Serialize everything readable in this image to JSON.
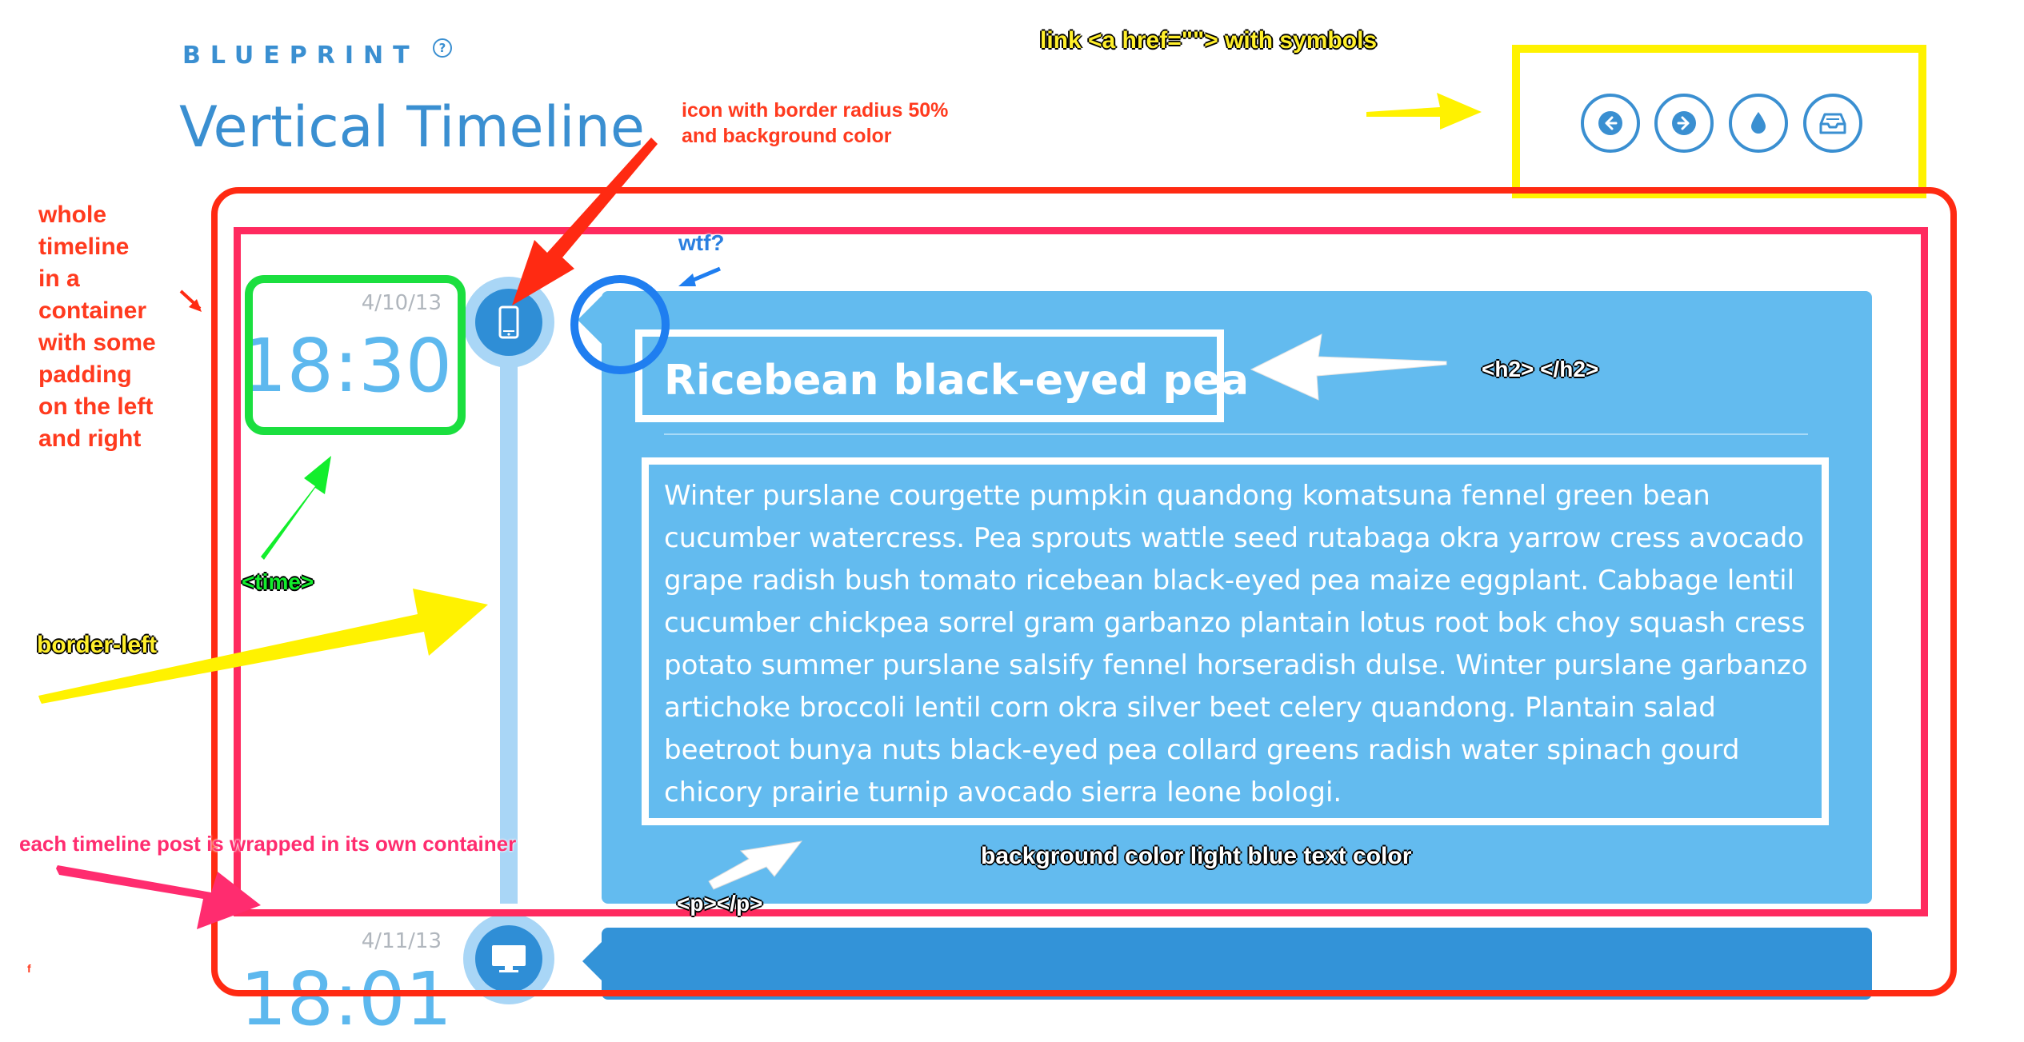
{
  "header": {
    "logo": "BLUEPRINT",
    "logo_badge": "?",
    "title": "Vertical Timeline"
  },
  "nav_links": [
    {
      "icon": "arrow-left-icon"
    },
    {
      "icon": "arrow-right-icon"
    },
    {
      "icon": "drop-icon"
    },
    {
      "icon": "inbox-icon"
    }
  ],
  "posts": [
    {
      "date": "4/10/13",
      "time": "18:30",
      "icon": "mobile-icon",
      "title": "Ricebean black-eyed pea",
      "body": "Winter purslane courgette pumpkin quandong komatsuna fennel green bean cucumber watercress. Pea sprouts wattle seed rutabaga okra yarrow cress avocado grape radish bush tomato ricebean black-eyed pea maize eggplant. Cabbage lentil cucumber chickpea sorrel gram garbanzo plantain lotus root bok choy squash cress potato summer purslane salsify fennel horseradish dulse. Winter purslane garbanzo artichoke broccoli lentil corn okra silver beet celery quandong. Plantain salad beetroot bunya nuts black-eyed pea collard greens radish water spinach gourd chicory prairie turnip avocado sierra leone bologi."
    },
    {
      "date": "4/11/13",
      "time": "18:01",
      "icon": "monitor-icon"
    }
  ],
  "annotations": {
    "link": "link <a href=\"\"> with symbols",
    "icon_note": [
      "icon with border radius 50%",
      "and background color"
    ],
    "container_note": [
      "whole",
      "timeline",
      "in a",
      "container",
      "with some",
      "padding",
      "on the left",
      "and right"
    ],
    "wtf": "wtf?",
    "h2": "<h2> </h2>",
    "time": "<time>",
    "border_left": "border-left",
    "each_post": "each timeline post is wrapped in its own container",
    "background": "background color light blue text color",
    "p": "<p></p>",
    "stray": "f"
  },
  "colors": {
    "accent": "#3a8fd1",
    "card": "#63bbef",
    "card_dark": "#3393d8",
    "line": "#a9d6f6",
    "icon_bg": "#2f8ed6"
  }
}
